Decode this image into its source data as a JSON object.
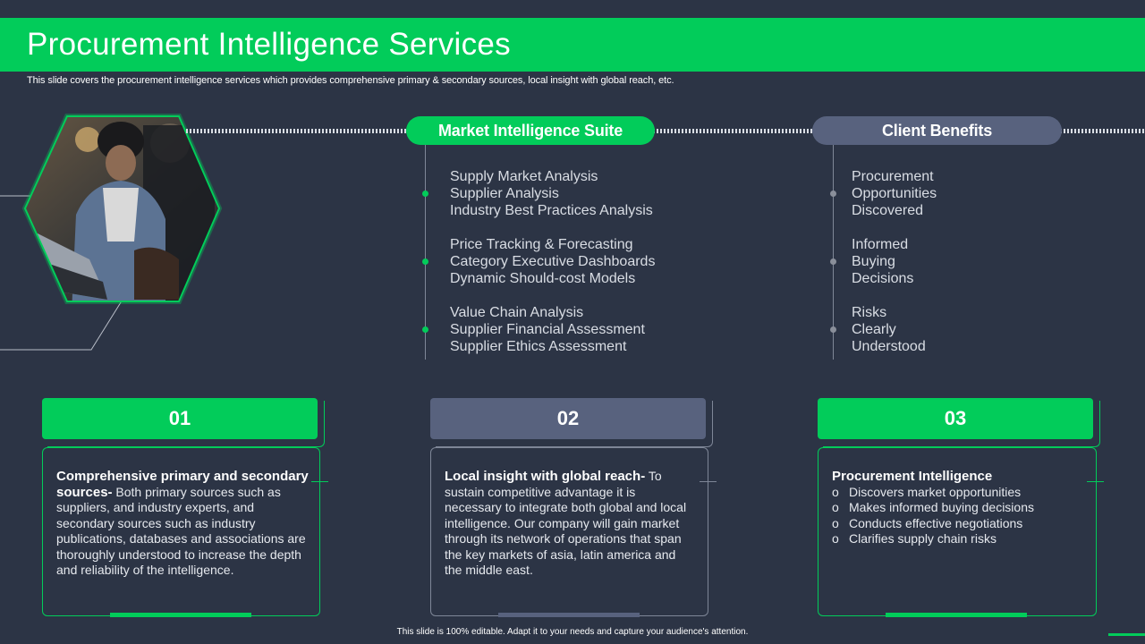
{
  "header": {
    "title": "Procurement Intelligence Services",
    "subtitle": "This slide covers the procurement intelligence services which provides comprehensive primary & secondary sources, local insight with global reach, etc."
  },
  "image": {
    "icon": "photo-people-laptop"
  },
  "market": {
    "label": "Market Intelligence Suite",
    "groups": [
      [
        "Supply Market Analysis",
        "Supplier Analysis",
        " Industry  Best Practices Analysis"
      ],
      [
        "Price Tracking & Forecasting",
        "Category Executive  Dashboards",
        "Dynamic Should-cost  Models"
      ],
      [
        "Value Chain Analysis",
        "Supplier Financial Assessment",
        "Supplier Ethics Assessment"
      ]
    ]
  },
  "benefits": {
    "label": "Client Benefits",
    "groups": [
      [
        "Procurement",
        "Opportunities",
        "Discovered"
      ],
      [
        "Informed",
        "Buying",
        "Decisions"
      ],
      [
        "Risks",
        "Clearly",
        "Understood"
      ]
    ]
  },
  "cards": [
    {
      "number": "01",
      "heading": "Comprehensive primary and secondary sources-",
      "body": " Both primary sources such as suppliers, and industry experts, and secondary sources such as industry publications, databases and associations are thoroughly understood to increase the depth and reliability of the intelligence."
    },
    {
      "number": "02",
      "heading": "Local insight with global reach-",
      "body": " To sustain competitive advantage it is necessary to integrate both global and local intelligence.  Our company will gain market through its network of operations that span the key markets of asia, latin america and the middle east."
    },
    {
      "number": "03",
      "heading": "Procurement Intelligence",
      "bullet_marker": "o",
      "bullets": [
        "Discovers market opportunities",
        "Makes informed buying decisions",
        "Conducts effective negotiations",
        "Clarifies supply chain risks"
      ]
    }
  ],
  "footer": "This slide is 100% editable.  Adapt it to your needs and capture your audience's attention.",
  "colors": {
    "accent": "#02cc5a",
    "background": "#2c3445",
    "slate": "#58627e"
  }
}
